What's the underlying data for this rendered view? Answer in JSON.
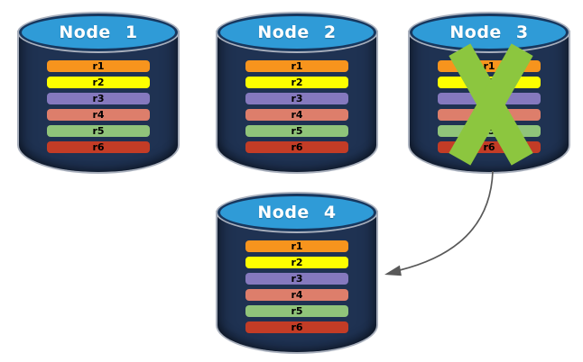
{
  "colors": {
    "background": "#FFFFFF",
    "cylinder_body": "#1F3252",
    "cylinder_top_fill": "#2F9BD7",
    "cylinder_border": "#17375E",
    "cylinder_outer_ring": "#A9B0BD",
    "node_label": "#FFFFFF",
    "row_label": "#000000",
    "failure_cross": "#8CC63F",
    "arrow": "#595959"
  },
  "nodes": [
    {
      "label": "Node 1",
      "failed": false,
      "rows": [
        {
          "label": "r1",
          "color": "#F7941D"
        },
        {
          "label": "r2",
          "color": "#FDFF00"
        },
        {
          "label": "r3",
          "color": "#8579BE"
        },
        {
          "label": "r4",
          "color": "#DD7E6B"
        },
        {
          "label": "r5",
          "color": "#90C47A"
        },
        {
          "label": "r6",
          "color": "#C33C26"
        }
      ]
    },
    {
      "label": "Node 2",
      "failed": false,
      "rows": [
        {
          "label": "r1",
          "color": "#F7941D"
        },
        {
          "label": "r2",
          "color": "#FDFF00"
        },
        {
          "label": "r3",
          "color": "#8579BE"
        },
        {
          "label": "r4",
          "color": "#DD7E6B"
        },
        {
          "label": "r5",
          "color": "#90C47A"
        },
        {
          "label": "r6",
          "color": "#C33C26"
        }
      ]
    },
    {
      "label": "Node 3",
      "failed": true,
      "rows": [
        {
          "label": "r1",
          "color": "#F7941D"
        },
        {
          "label": "r2",
          "color": "#FDFF00"
        },
        {
          "label": "r3",
          "color": "#8579BE"
        },
        {
          "label": "r4",
          "color": "#DD7E6B"
        },
        {
          "label": "r5",
          "color": "#90C47A"
        },
        {
          "label": "r6",
          "color": "#C33C26"
        }
      ]
    },
    {
      "label": "Node 4",
      "failed": false,
      "rows": [
        {
          "label": "r1",
          "color": "#F7941D"
        },
        {
          "label": "r2",
          "color": "#FDFF00"
        },
        {
          "label": "r3",
          "color": "#8579BE"
        },
        {
          "label": "r4",
          "color": "#DD7E6B"
        },
        {
          "label": "r5",
          "color": "#90C47A"
        },
        {
          "label": "r6",
          "color": "#C33C26"
        }
      ]
    }
  ],
  "arrow_connection": {
    "from": "Node 3",
    "to": "Node 4"
  }
}
